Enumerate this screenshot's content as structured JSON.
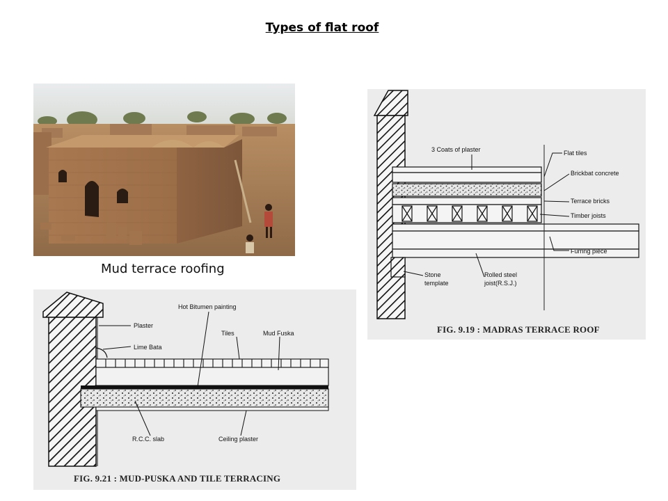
{
  "page": {
    "title": "Types of flat roof"
  },
  "photo": {
    "caption": "Mud terrace roofing"
  },
  "madras": {
    "labels": {
      "plaster": "3 Coats of plaster",
      "flat_tiles": "Flat tiles",
      "brickbat": "Brickbat concrete",
      "terrace_bricks": "Terrace bricks",
      "timber_joists": "Timber joists",
      "furring": "Furring piece",
      "stone_1": "Stone",
      "stone_2": "template",
      "rsj_1": "Rolled steel",
      "rsj_2": "joist(R.S.J.)"
    },
    "caption": "FIG. 9.19 : MADRAS TERRACE ROOF"
  },
  "mudpuska": {
    "labels": {
      "bitumen": "Hot Bitumen painting",
      "plaster": "Plaster",
      "lime_bata": "Lime Bata",
      "tiles": "Tiles",
      "mud_fuska": "Mud Fuska",
      "rcc": "R.C.C. slab",
      "ceiling": "Ceiling plaster"
    },
    "caption": "FIG. 9.21 : MUD-PUSKA AND TILE TERRACING"
  }
}
